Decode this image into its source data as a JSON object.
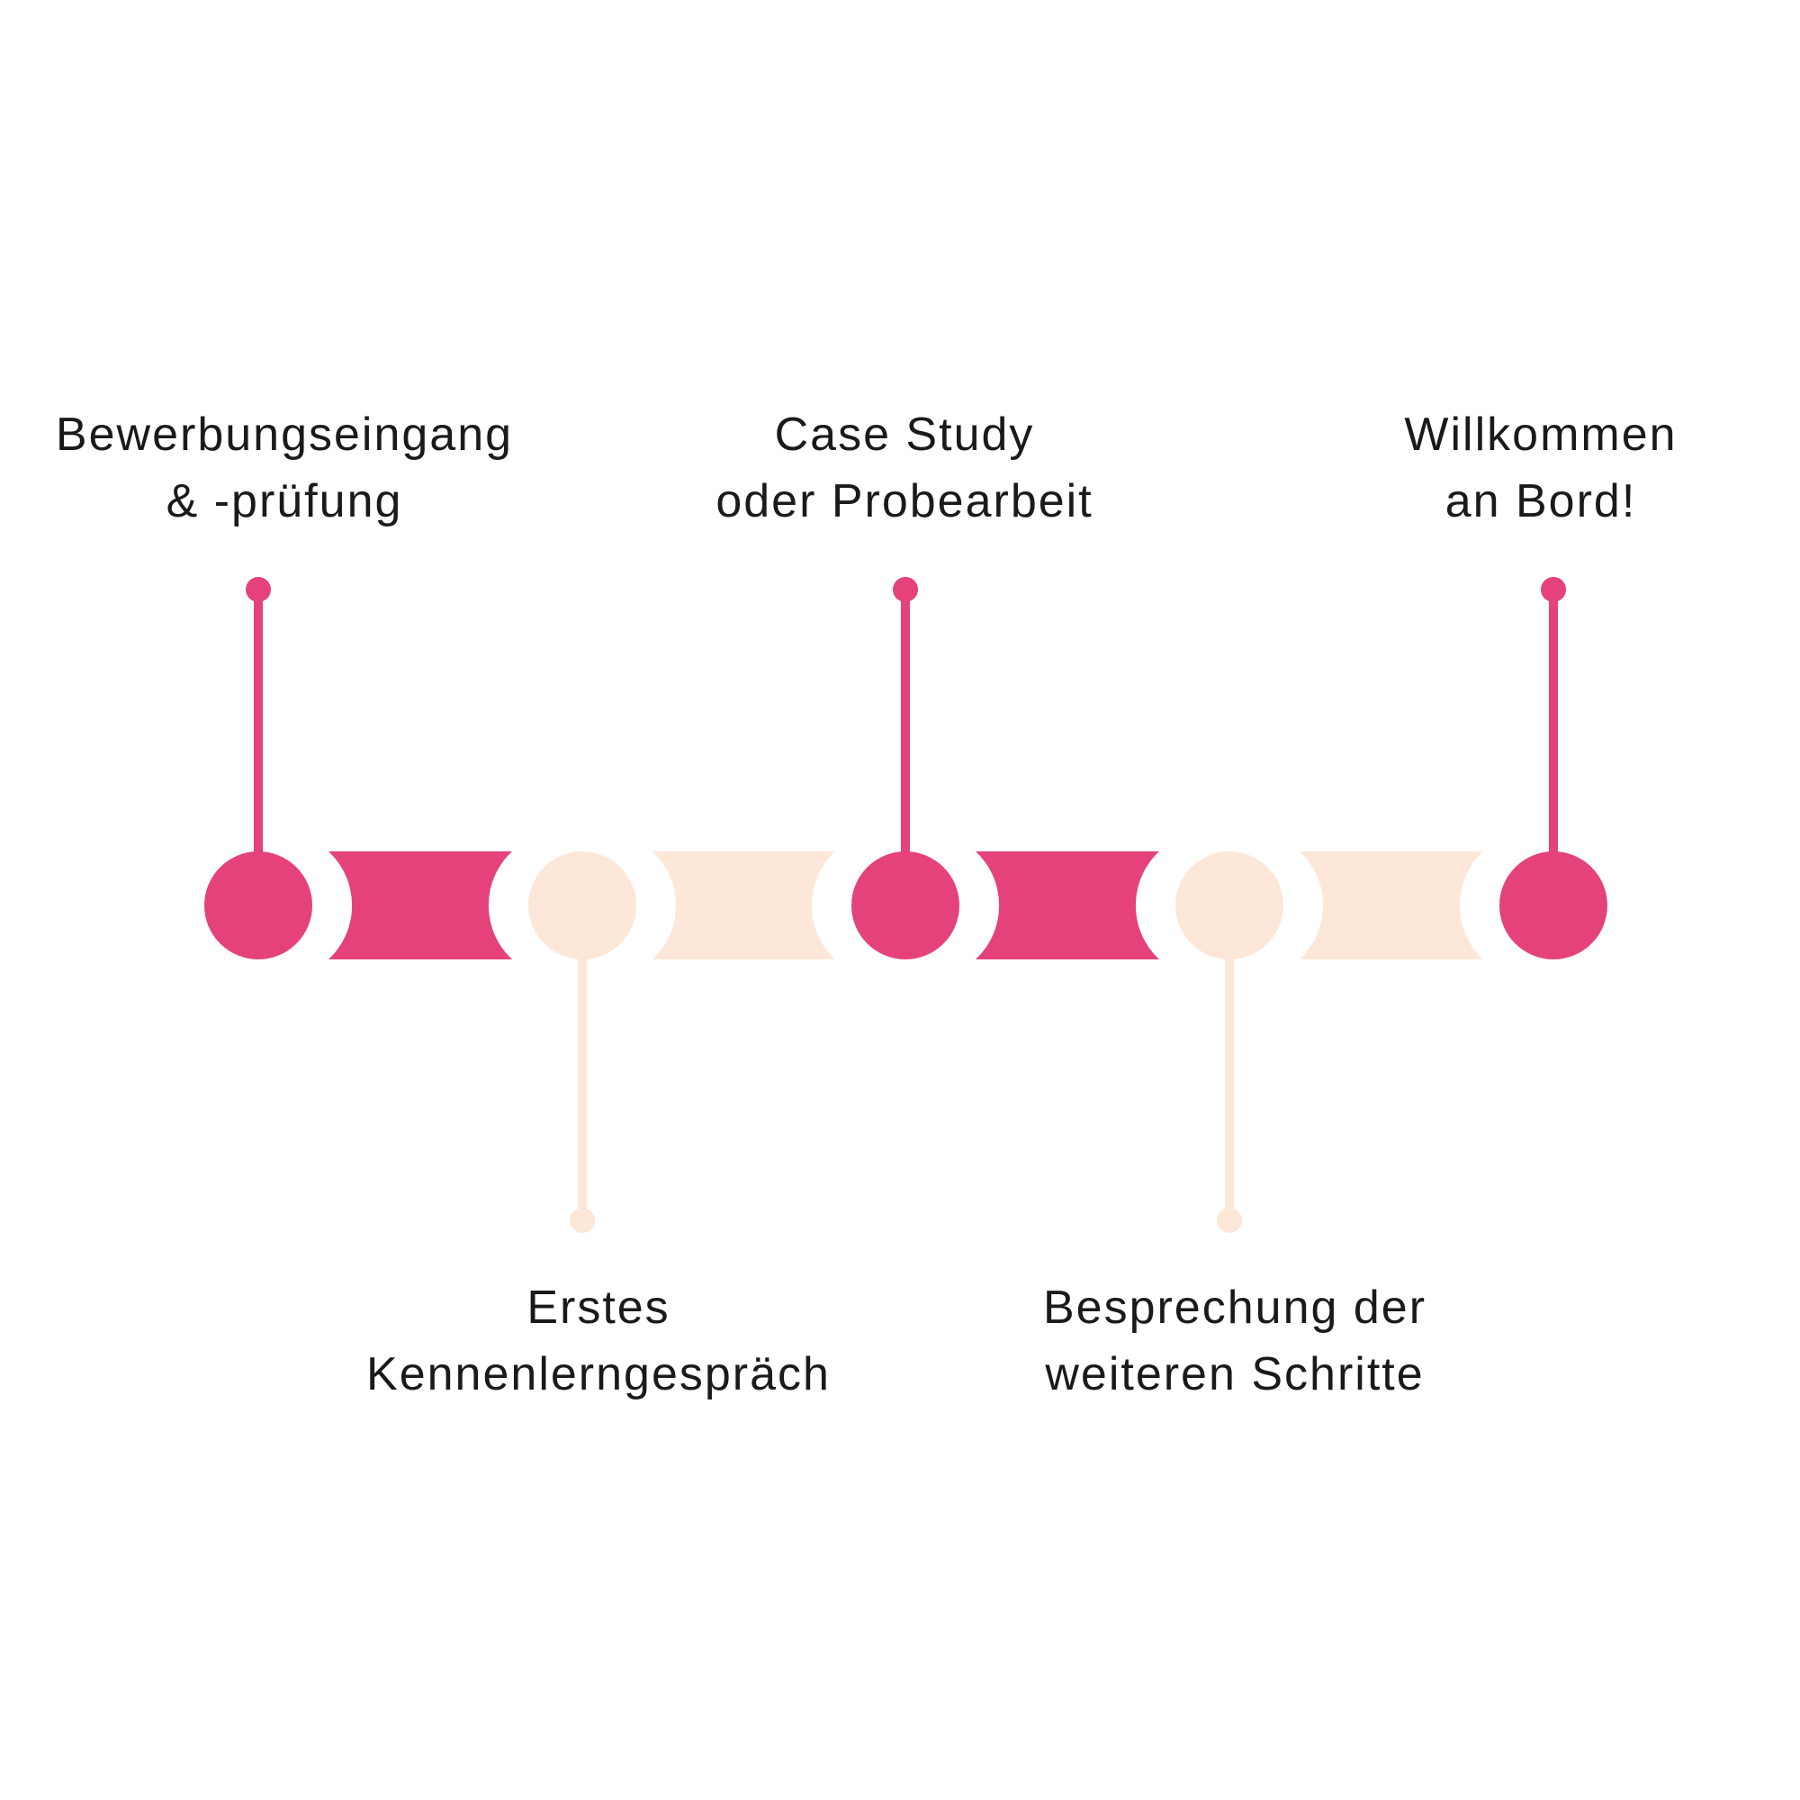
{
  "colors": {
    "primary": "#e5427b",
    "secondary": "#fde7d8",
    "text": "#1a1a1a",
    "background": "#ffffff"
  },
  "steps": [
    {
      "lines": [
        "Bewerbungseingang",
        "& -prüfung"
      ],
      "color": "primary",
      "label_position": "top"
    },
    {
      "lines": [
        "Erstes",
        "Kennenlerngespräch"
      ],
      "color": "secondary",
      "label_position": "bottom"
    },
    {
      "lines": [
        "Case Study",
        "oder Probearbeit"
      ],
      "color": "primary",
      "label_position": "top"
    },
    {
      "lines": [
        "Besprechung der",
        "weiteren Schritte"
      ],
      "color": "secondary",
      "label_position": "bottom"
    },
    {
      "lines": [
        "Willkommen",
        "an Bord!"
      ],
      "color": "primary",
      "label_position": "top"
    }
  ]
}
